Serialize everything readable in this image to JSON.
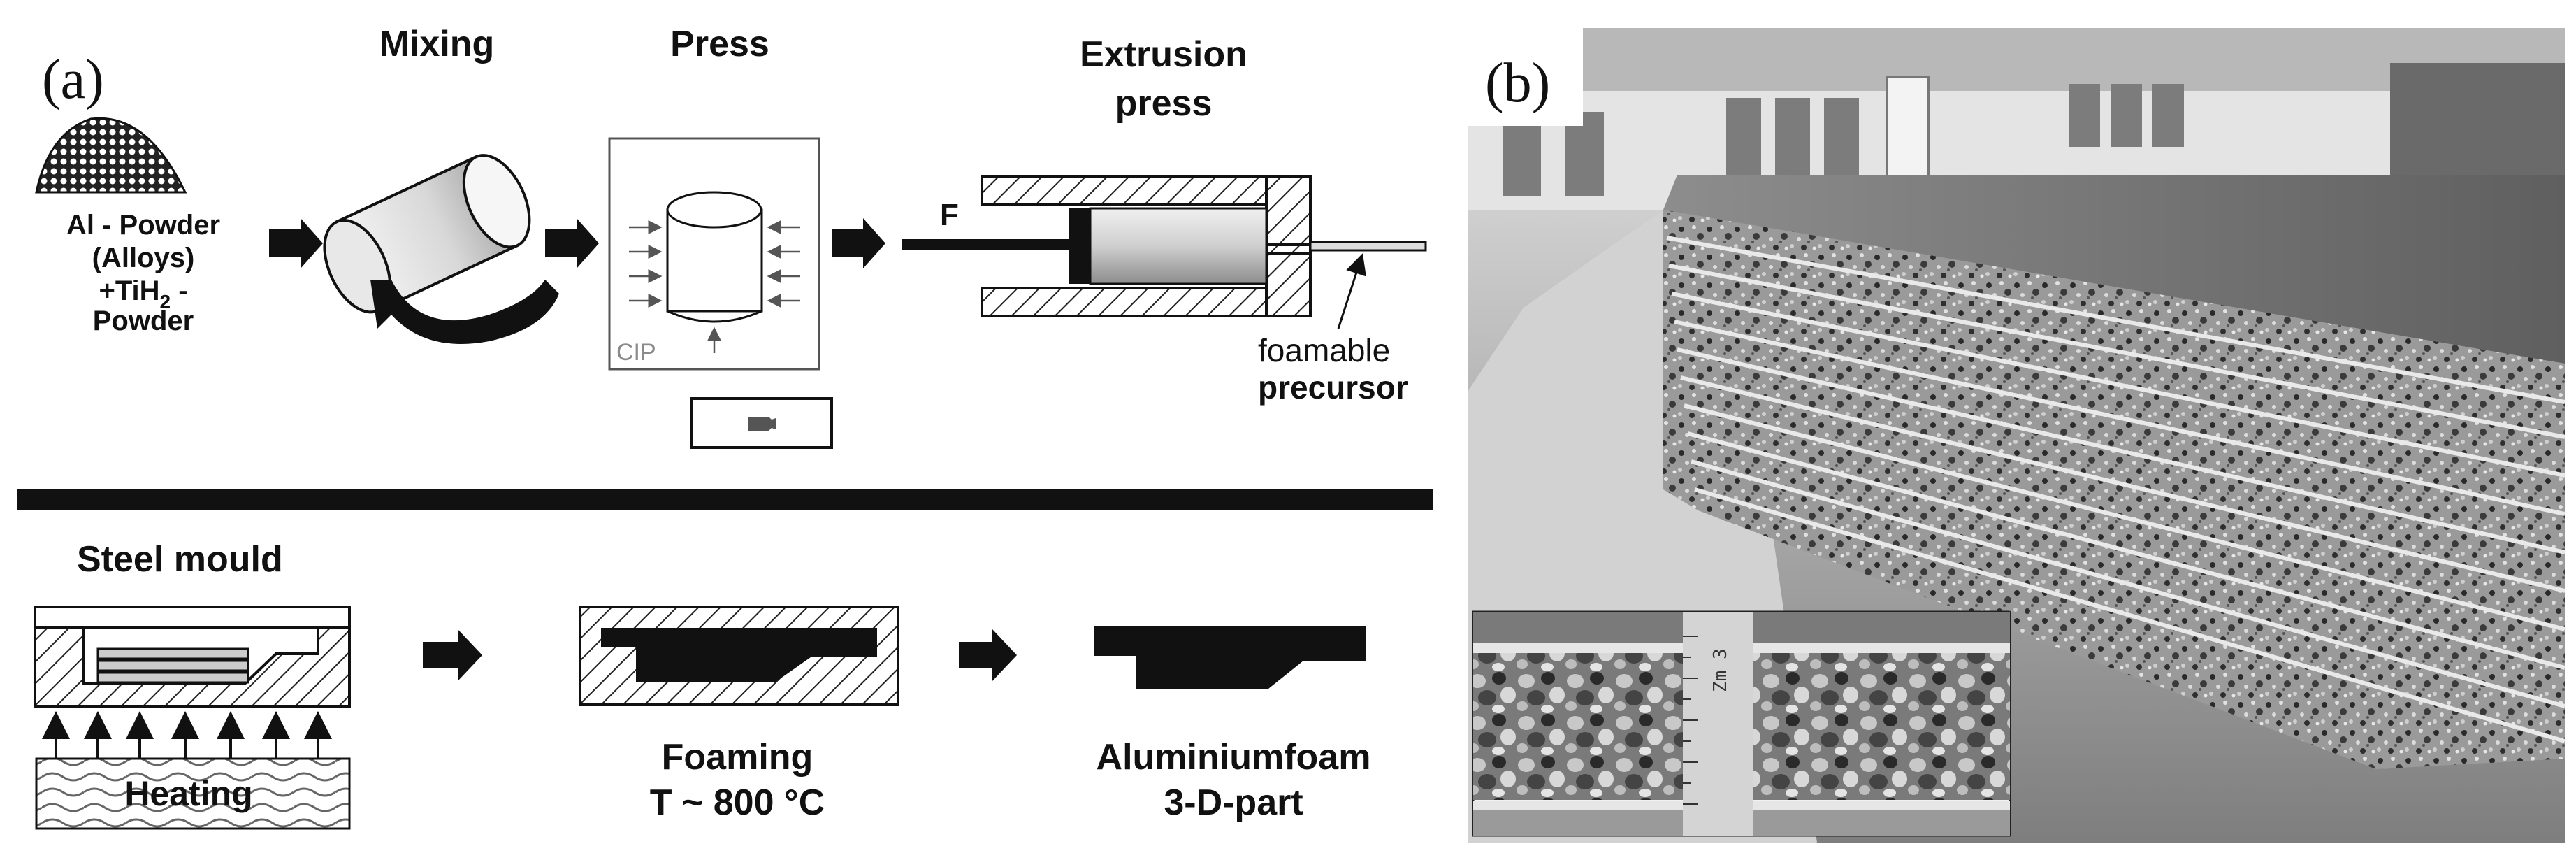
{
  "panel_a": {
    "label": "(a)",
    "top_steps": {
      "powder_line1": "Al - Powder",
      "powder_line2": "(Alloys)",
      "powder_line3_prefix": "+TiH",
      "powder_line3_sub": "2",
      "powder_line3_suffix": " -",
      "powder_line4": "Powder",
      "mixing": "Mixing",
      "press": "Press",
      "cip": "CIP",
      "extrusion_line1": "Extrusion",
      "extrusion_line2": "press",
      "force": "F",
      "precursor_line1": "foamable",
      "precursor_line2": "precursor"
    },
    "bottom_steps": {
      "steel_mould": "Steel mould",
      "heating": "Heating",
      "foaming_line1": "Foaming",
      "foaming_line2": "T ~ 800 °C",
      "product_line1": "Aluminiumfoam",
      "product_line2": "3-D-part"
    }
  },
  "panel_b": {
    "label": "(b)",
    "scale_marks": "Zm  3"
  },
  "colors": {
    "ink": "#111111",
    "hatch_grey": "#333333",
    "photo_light": "#d8d8d8",
    "photo_dark": "#3a3a3a"
  }
}
